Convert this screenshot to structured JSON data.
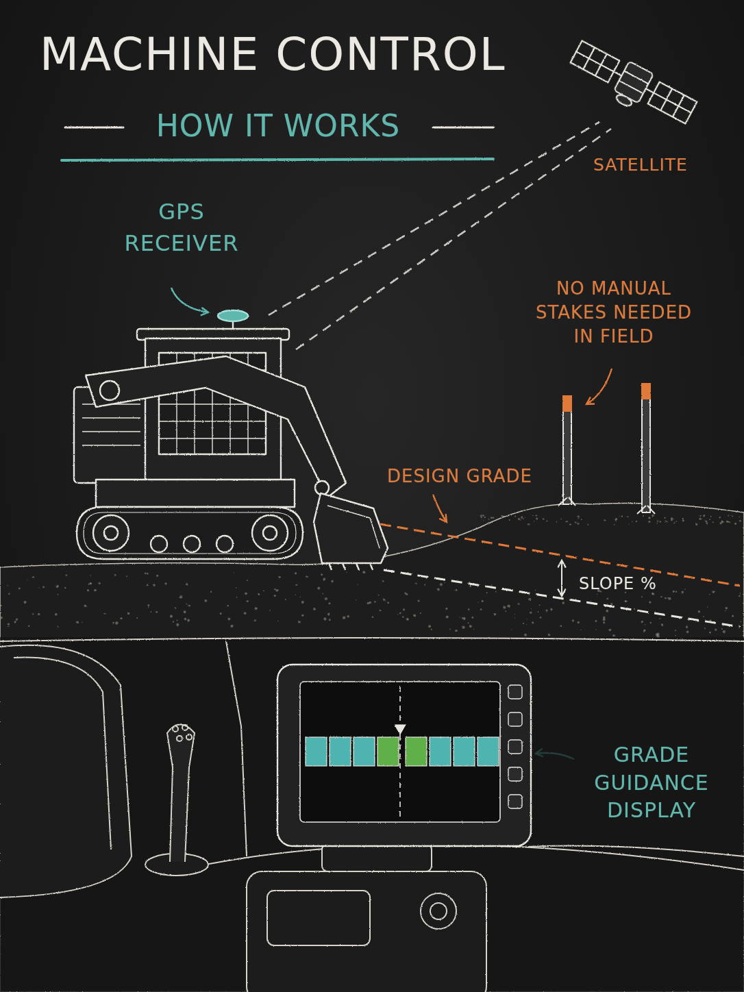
{
  "diagram": {
    "title": "MACHINE CONTROL",
    "labels": [
      "HOW IT WORKS",
      "SATELLITE",
      "GPS RECEIVER",
      "NO MANUAL STAKES NEEDED IN FIELD",
      "DESIGN GRADE",
      "SLOPE %",
      "GRADE GUIDANCE DISPLAY"
    ]
  }
}
